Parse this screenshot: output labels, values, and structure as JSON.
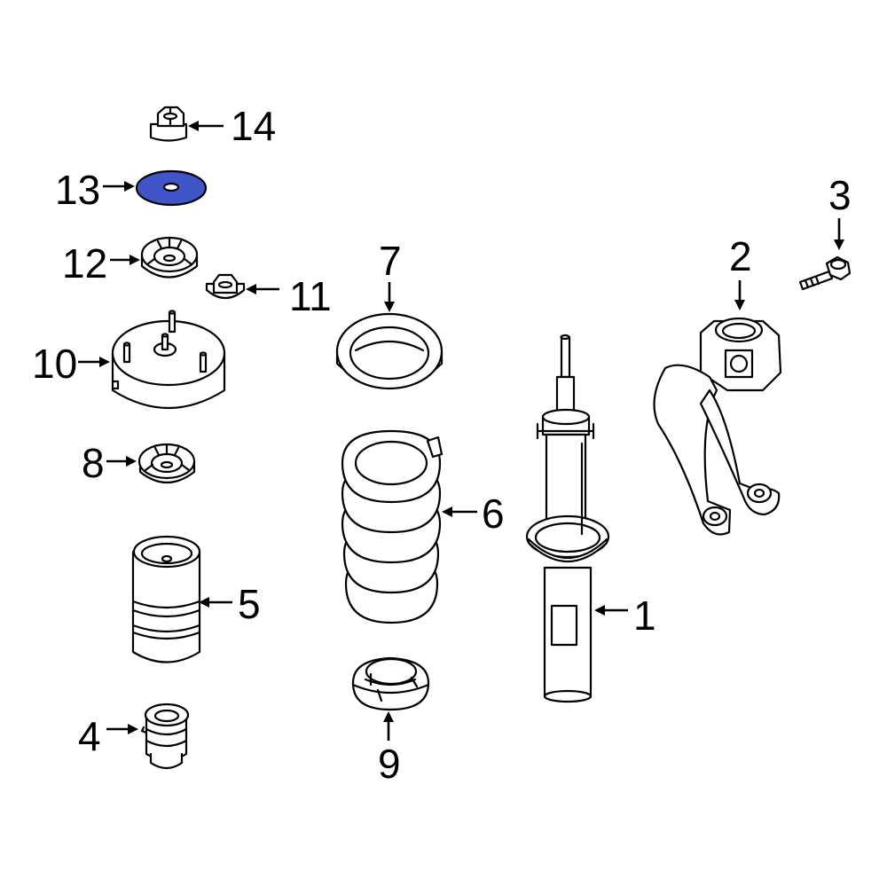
{
  "colors": {
    "background": "#ffffff",
    "line": "#000000",
    "highlight": "#3f55c8"
  },
  "highlighted_part": "13",
  "callouts": {
    "p1": "1",
    "p2": "2",
    "p3": "3",
    "p4": "4",
    "p5": "5",
    "p6": "6",
    "p7": "7",
    "p8": "8",
    "p9": "9",
    "p10": "10",
    "p11": "11",
    "p12": "12",
    "p13": "13",
    "p14": "14"
  }
}
